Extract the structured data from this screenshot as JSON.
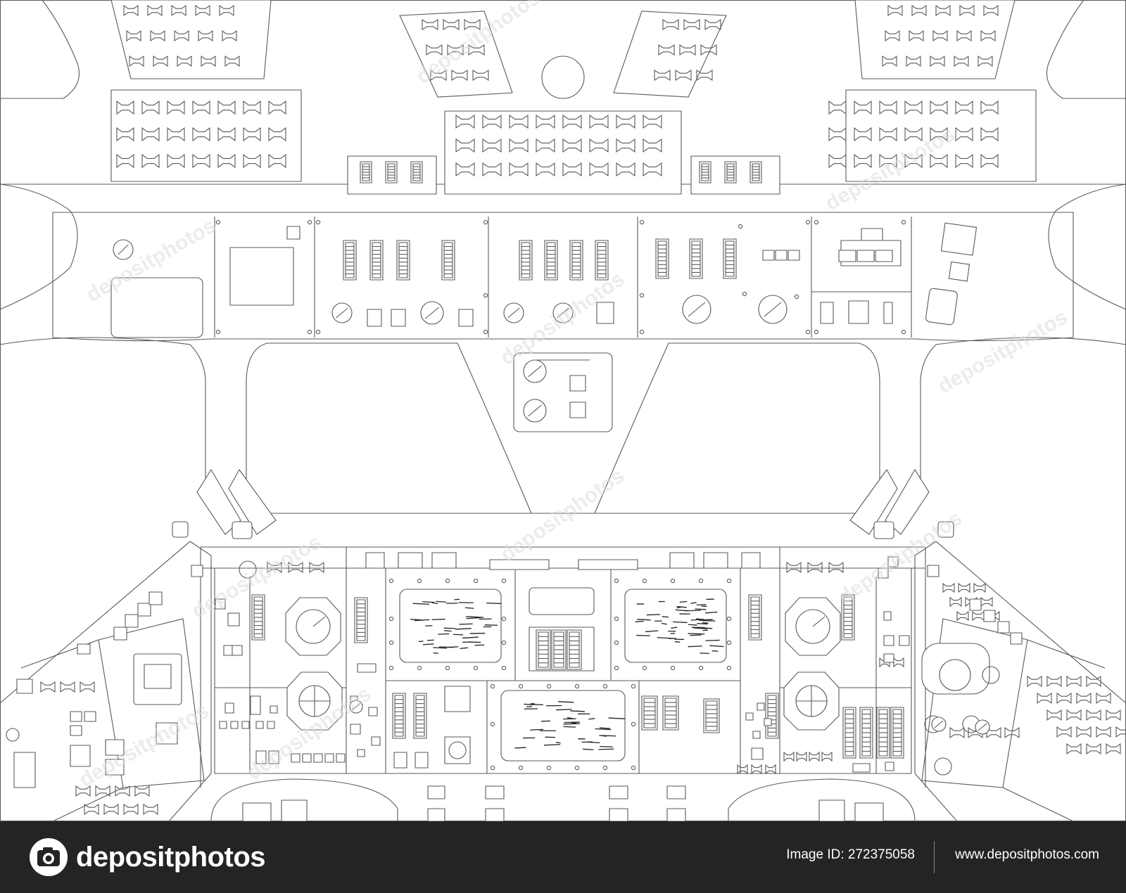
{
  "brand": {
    "name": "depositphotos",
    "icon": "camera-aperture-icon",
    "color": "#242424"
  },
  "footer": {
    "image_id_label": "Image ID:",
    "image_id": "272375058",
    "site_url": "www.depositphotos.com"
  },
  "image": {
    "subject": "spacecraft-cockpit-line-art",
    "icons": [
      "circuit-breaker-icon",
      "dial-gauge-icon",
      "display-screen-icon",
      "switch-bank-icon"
    ]
  },
  "watermark_text": "depositphotos"
}
